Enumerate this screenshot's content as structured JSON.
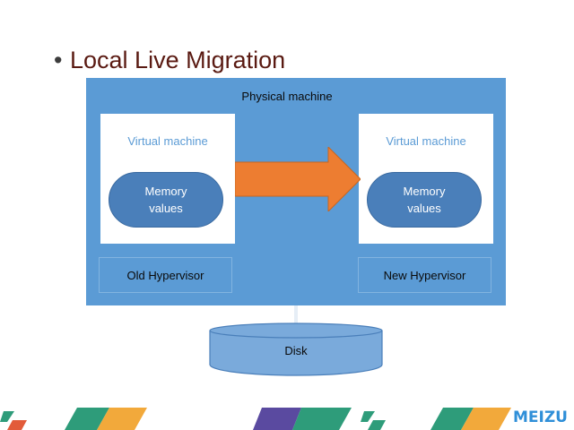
{
  "slide": {
    "title": "Local Live Migration",
    "bullet": "•"
  },
  "diagram": {
    "physical_machine": "Physical machine",
    "old_vm": {
      "label": "Virtual machine",
      "memory": "Memory\nvalues"
    },
    "new_vm": {
      "label": "Virtual machine",
      "memory": "Memory\nvalues"
    },
    "old_hypervisor": "Old Hypervisor",
    "new_hypervisor": "New Hypervisor",
    "disk": "Disk"
  },
  "footer": {
    "logo_text": "MEIZU"
  },
  "colors": {
    "physical": "#5b9bd5",
    "memory": "#4a7fba",
    "arrow": "#ed7d31",
    "disk": "#7aaadb",
    "brand": "#2f8fd8"
  }
}
